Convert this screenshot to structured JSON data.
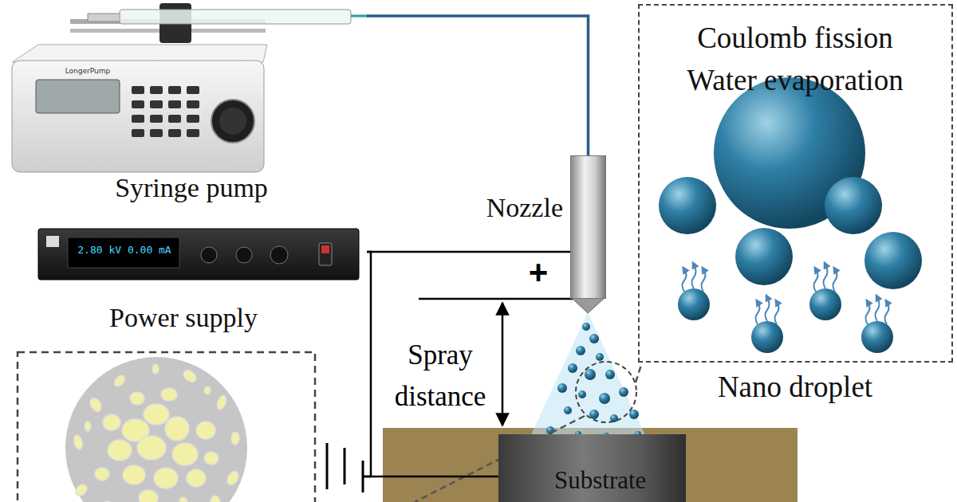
{
  "diagram": {
    "nodes": [
      {
        "text": [
          "Syringe pump"
        ]
      },
      {
        "text": [
          "Coulomb fission",
          "Water evaporation",
          "Nano droplet"
        ]
      },
      {
        "text": [
          "Nozzle"
        ]
      },
      {
        "text": [
          "Power supply"
        ]
      },
      {
        "text": [
          "Substrate"
        ]
      }
    ],
    "edges": [
      {
        "from": 0,
        "to": 2,
        "arrow": "none"
      },
      {
        "from": 3,
        "to": 2,
        "arrow": "none"
      },
      {
        "from": 3,
        "to": 4,
        "arrow": "none"
      }
    ],
    "labels": [
      "LongerPump",
      "2.80 kV 0.00 mA",
      "+",
      "Spray distance"
    ]
  }
}
